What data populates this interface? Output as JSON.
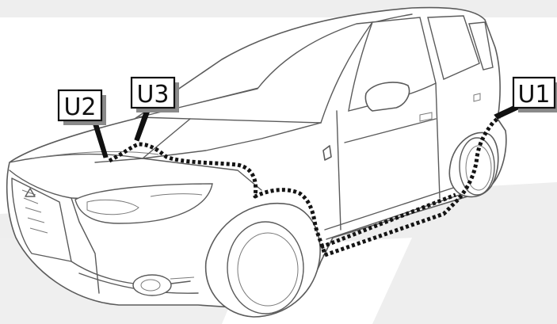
{
  "diagram": {
    "labels": {
      "u1": "U1",
      "u2": "U2",
      "u3": "U3"
    },
    "colors": {
      "background_band": "#eeeeee",
      "outline": "#5b5b5b",
      "dotted_route": "#141414",
      "label_shadow": "#8a8a8a"
    }
  }
}
